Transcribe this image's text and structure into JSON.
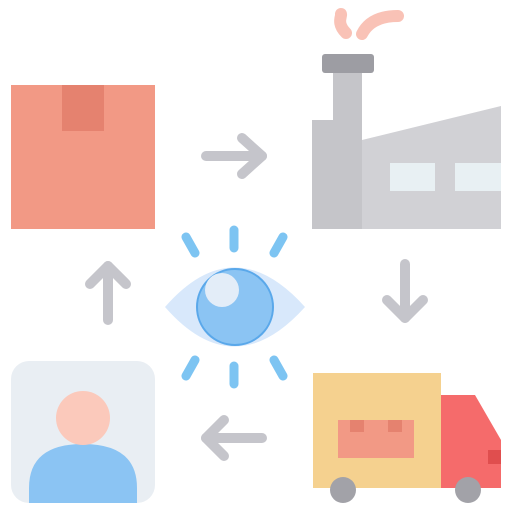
{
  "diagram": {
    "type": "supply-chain-cycle",
    "nodes": [
      {
        "id": "box",
        "icon": "package-box-icon"
      },
      {
        "id": "factory",
        "icon": "factory-icon"
      },
      {
        "id": "truck",
        "icon": "delivery-truck-icon"
      },
      {
        "id": "customer",
        "icon": "user-avatar-icon"
      }
    ],
    "center": {
      "id": "visibility",
      "icon": "eye-icon"
    },
    "edges": [
      {
        "from": "box",
        "to": "factory",
        "direction": "right"
      },
      {
        "from": "factory",
        "to": "truck",
        "direction": "down"
      },
      {
        "from": "truck",
        "to": "customer",
        "direction": "left"
      },
      {
        "from": "customer",
        "to": "box",
        "direction": "up"
      }
    ]
  },
  "colors": {
    "box_face": "#f29985",
    "box_tape": "#e5826f",
    "factory_wall": "#d1d1d5",
    "factory_shade": "#c5c5c9",
    "factory_cap": "#9d9da3",
    "factory_window": "#e8f0f3",
    "smoke": "#f9c2b6",
    "arrow": "#c5c5cb",
    "eye_outer": "#d8e8fb",
    "eye_iris": "#8bc4f3",
    "eye_pupil": "#5aa8ea",
    "eye_highlight": "#e3edf8",
    "rays": "#7dc4f2",
    "truck_cargo": "#f5d18f",
    "truck_cab": "#f56b6b",
    "truck_wheel": "#a2a2a8",
    "truck_boxes": "#f29985",
    "avatar_bg": "#e9eef3",
    "avatar_head": "#fbc9bb",
    "avatar_body": "#8bc4f3"
  }
}
